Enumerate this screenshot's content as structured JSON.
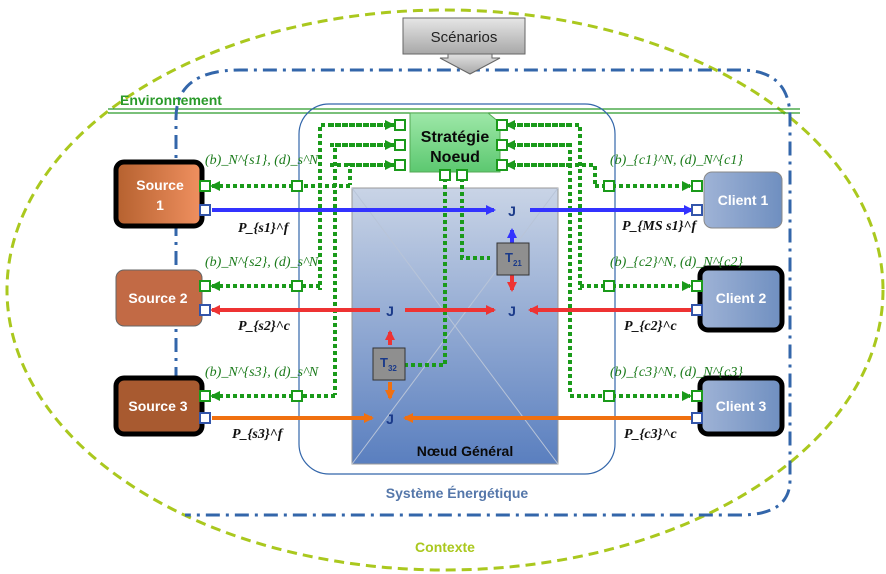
{
  "scenarios": "Scénarios",
  "environment": "Environnement",
  "context": "Contexte",
  "system": "Système Énergétique",
  "strategy": {
    "line1": "Stratégie",
    "line2": "Noeud"
  },
  "general_node": "Nœud Général",
  "junction": "J",
  "transformers": {
    "t21": "T",
    "t21_sub": "21",
    "t32": "T",
    "t32_sub": "32"
  },
  "sources": [
    {
      "line1": "Source",
      "line2": "1",
      "color": "#e07b4a"
    },
    {
      "line1": "Source 2",
      "line2": "",
      "color": "#c26a45"
    },
    {
      "line1": "Source 3",
      "line2": "",
      "color": "#a85a30"
    }
  ],
  "clients": [
    {
      "label": "Client 1"
    },
    {
      "label": "Client 2"
    },
    {
      "label": "Client 3"
    }
  ],
  "signal_labels": {
    "s1": "(b)_N^{s1}, (d)_s^N",
    "s2": "(b)_N^{s2}, (d)_s^N",
    "s3": "(b)_N^{s3}, (d)_s^N",
    "c1": "(b)_{c1}^N, (d)_N^{c1}",
    "c2": "(b)_{c2}^N, (d)_N^{c2}",
    "c3": "(b)_{c3}^N, (d)_N^{c3}"
  },
  "power_labels": {
    "ps1": "P_{s1}^f",
    "ps2": "P_{s2}^c",
    "ps3": "P_{s3}^f",
    "pc1": "P_{MS s1}^f",
    "pc2": "P_{c2}^c",
    "pc3": "P_{c3}^c"
  },
  "colors": {
    "blue_flow": "#3333ff",
    "red_flow": "#ee3333",
    "orange_flow": "#f07010",
    "green_signal": "#1a9a1a",
    "context_ellipse": "#aac81e",
    "env_line": "#2a9a2a",
    "system_frame": "#3366aa",
    "system_label": "#5577aa",
    "node_fill": "#6f8fc0",
    "strategy_fill": "#7ad98a"
  }
}
